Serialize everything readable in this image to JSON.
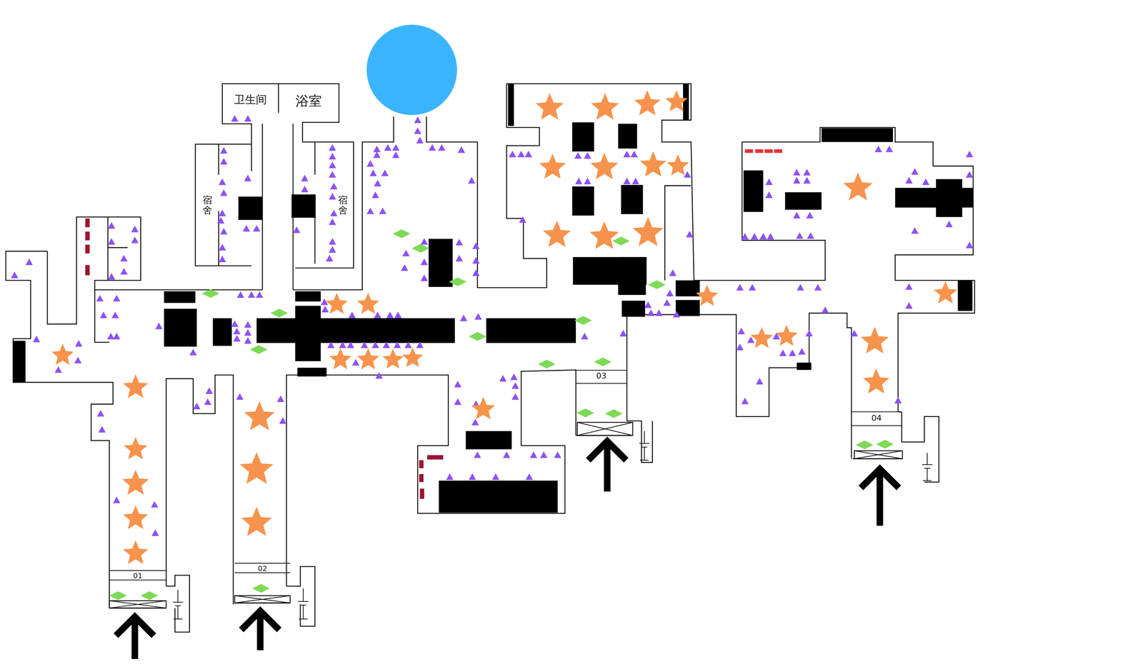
{
  "diagram": {
    "nodes": [
      {
        "text": [
          "卫生间"
        ]
      },
      {
        "text": [
          "浴室"
        ]
      },
      {
        "text": [
          "01"
        ]
      },
      {
        "text": [
          "02"
        ]
      },
      {
        "text": [
          "03"
        ]
      },
      {
        "text": [
          "04"
        ]
      }
    ],
    "labels": [
      "宿舍",
      "宿舍"
    ]
  }
}
